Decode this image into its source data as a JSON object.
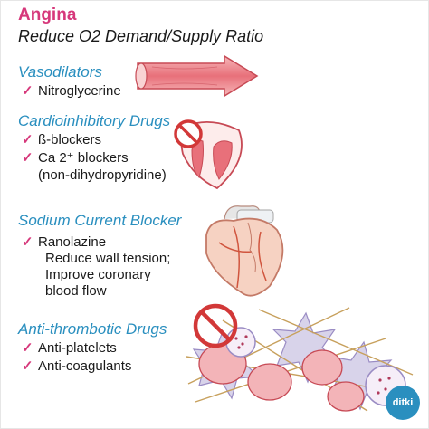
{
  "header": {
    "title": "Angina",
    "subtitle": "Reduce O2 Demand/Supply Ratio"
  },
  "sections": [
    {
      "heading": "Vasodilators",
      "items": [
        "Nitroglycerine"
      ]
    },
    {
      "heading": "Cardioinhibitory Drugs",
      "items": [
        "ß-blockers",
        "Ca 2⁺ blockers",
        "(non-dihydropyridine)"
      ]
    },
    {
      "heading": "Sodium Current Blocker",
      "items": [
        "Ranolazine"
      ],
      "notes": [
        "Reduce wall tension;",
        "Improve coronary",
        "blood flow"
      ]
    },
    {
      "heading": "Anti-thrombotic Drugs",
      "items": [
        "Anti-platelets",
        "Anti-coagulants"
      ]
    }
  ],
  "check_symbol": "✓",
  "logo": {
    "text": "ditki",
    "icon": "ditki-logo-icon"
  },
  "colors": {
    "title": "#d6387b",
    "heading": "#2a8fbf",
    "check": "#d6387b",
    "vessel": "#e8707a",
    "heart": "#f4c9b8",
    "logo": "#2a8fbf"
  }
}
